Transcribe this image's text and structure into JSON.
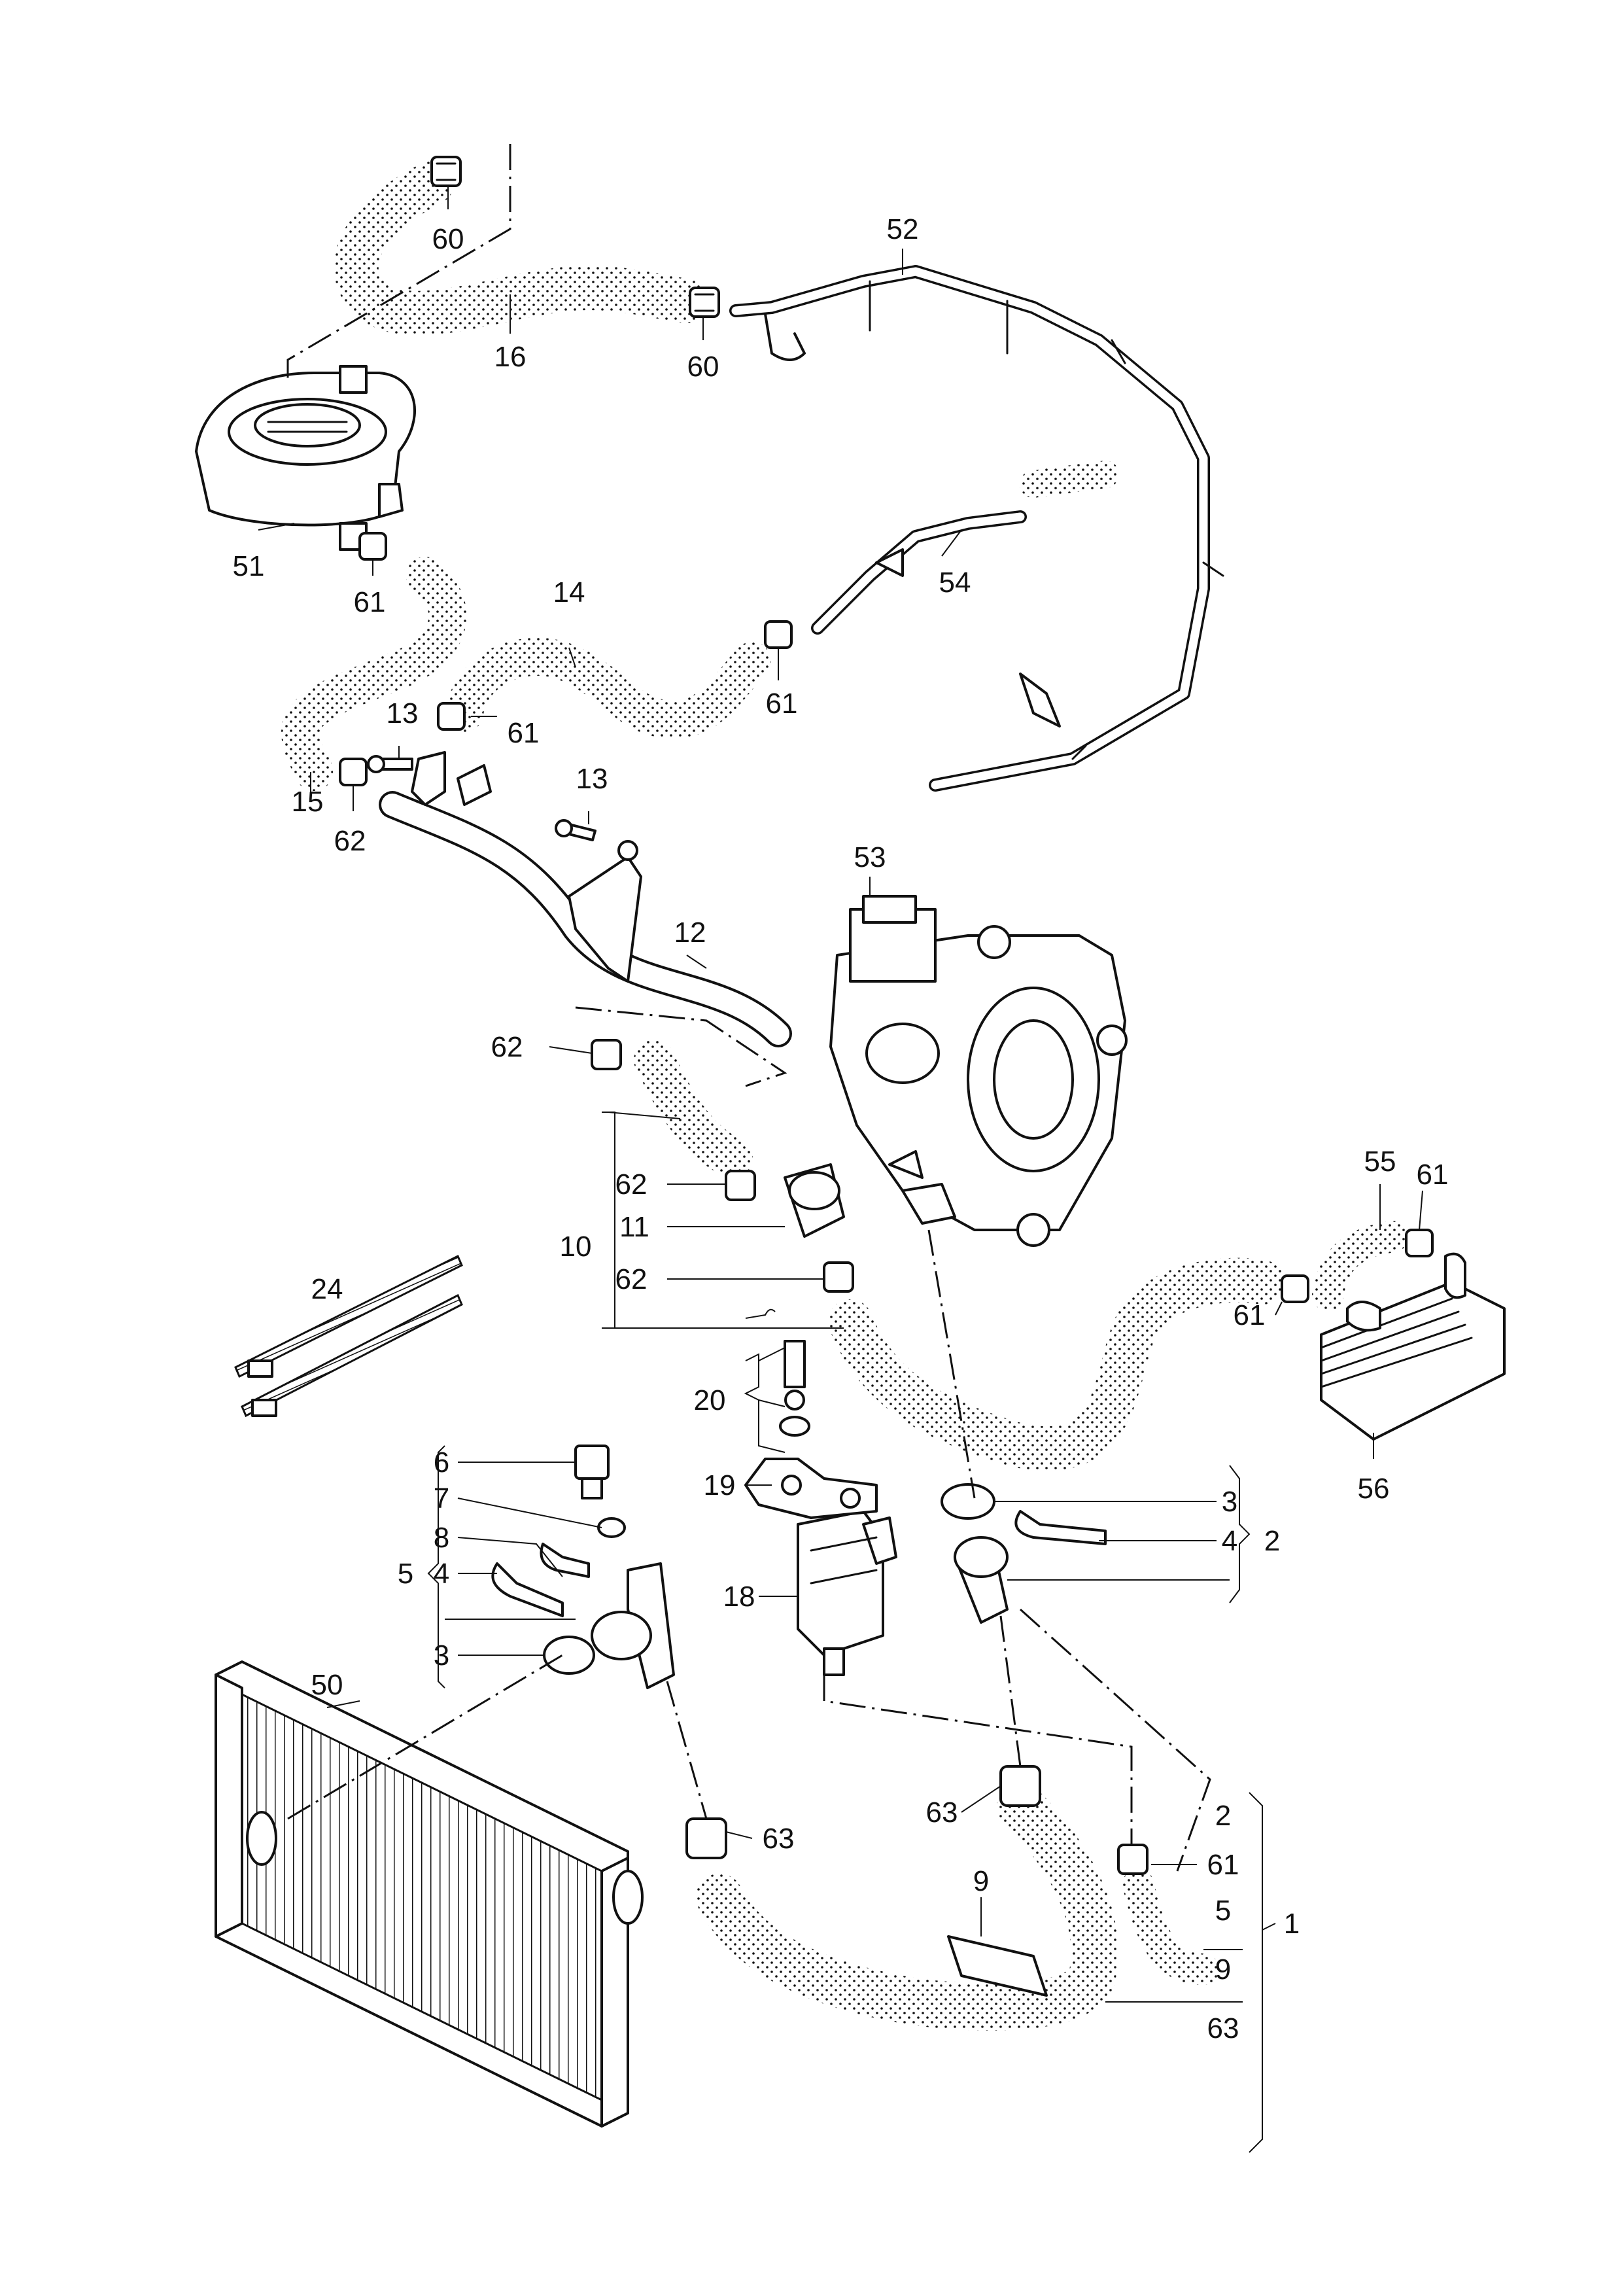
{
  "title": "",
  "labels": {
    "l60a": "60",
    "l16": "16",
    "l60b": "60",
    "l52": "52",
    "l51": "51",
    "l61a": "61",
    "l14": "14",
    "l54": "54",
    "l61b": "61",
    "l13a": "13",
    "l61c": "61",
    "l15": "15",
    "l62a": "62",
    "l13b": "13",
    "l53": "53",
    "l12": "12",
    "l62b": "62",
    "l55": "55",
    "l61d": "61",
    "l62c": "62",
    "l11": "11",
    "l10": "10",
    "l62d": "62",
    "l24": "24",
    "l61e": "61",
    "l20": "20",
    "l56": "56",
    "l6": "6",
    "l7": "7",
    "l19": "19",
    "l8": "8",
    "l5a": "5",
    "l4a": "4",
    "l3a": "3",
    "l3b": "3",
    "l4b": "4",
    "l2a": "2",
    "l18": "18",
    "l50": "50",
    "l63a": "63",
    "l63b": "63",
    "l2b": "2",
    "l61f": "61",
    "l9a": "9",
    "l5b": "5",
    "l1": "1",
    "l9b": "9",
    "l63c": "63"
  },
  "colors": {
    "line": "#111111",
    "background": "#ffffff",
    "hose_dots": "#111111"
  }
}
